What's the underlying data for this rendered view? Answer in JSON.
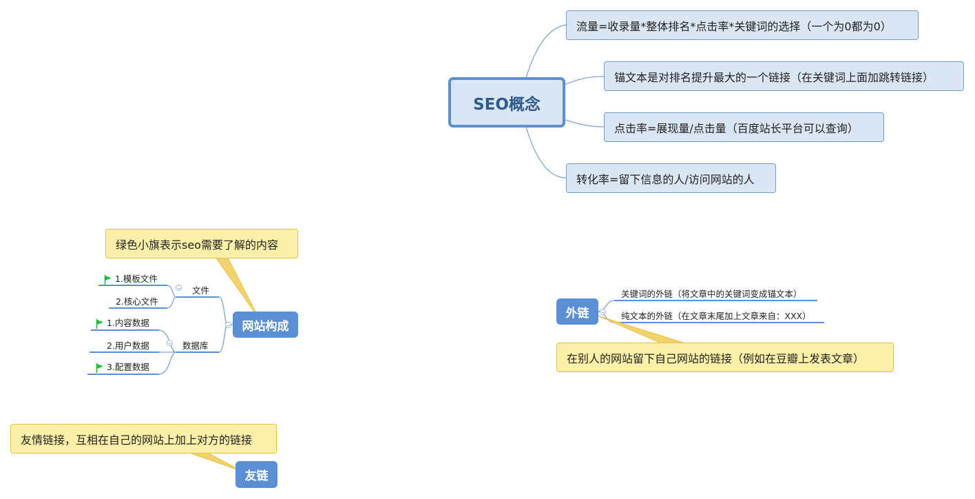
{
  "seo": {
    "title": "SEO概念",
    "items": [
      "流量=收录量*整体排名*点击率*关键词的选择（一个为0都为0）",
      "锚文本是对排名提升最大的一个链接（在关键词上面加跳转链接）",
      "点击率=展现量/点击量（百度站长平台可以查询）",
      "转化率=留下信息的人/访问网站的人"
    ]
  },
  "site": {
    "title": "网站构成",
    "note": "绿色小旗表示seo需要了解的内容",
    "files": {
      "label": "文件",
      "items": [
        "1.模板文件",
        "2.核心文件"
      ]
    },
    "db": {
      "label": "数据库",
      "items": [
        "1.内容数据",
        "2.用户数据",
        "3.配置数据"
      ]
    },
    "flag_color": "#1fbf3a"
  },
  "external": {
    "title": "外链",
    "items": [
      "关键词的外链（将文章中的关键词变成锚文本）",
      "纯文本的外链（在文章末尾加上文章来自：XXX）"
    ],
    "note": "在别人的网站留下自己网站的链接（例如在豆瓣上发表文章）"
  },
  "friend": {
    "title": "友链",
    "note": "友情链接，互相在自己的网站上加上对方的链接"
  },
  "colors": {
    "line": "#7da4d6",
    "topic": "#5b8fd5",
    "central_border": "#5b8fcf",
    "sub_fill": "#dbe6f4",
    "callout_fill": "#fcf0a8",
    "callout_border": "#e6c24a"
  }
}
